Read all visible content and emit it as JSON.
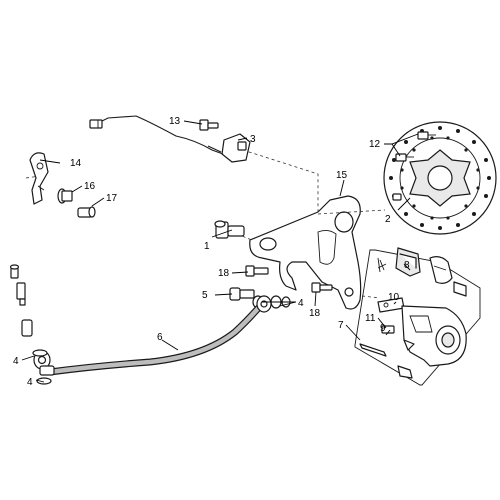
{
  "callouts": {
    "c1": "1",
    "c2": "2",
    "c3": "3",
    "c4a": "4",
    "c4b": "4",
    "c4c": "4",
    "c5": "5",
    "c6": "6",
    "c7": "7",
    "c8": "8",
    "c9": "9",
    "c10": "10",
    "c11": "11",
    "c12": "12",
    "c13": "13",
    "c14": "14",
    "c15": "15",
    "c16": "16",
    "c17": "17",
    "c18a": "18",
    "c18b": "18"
  }
}
